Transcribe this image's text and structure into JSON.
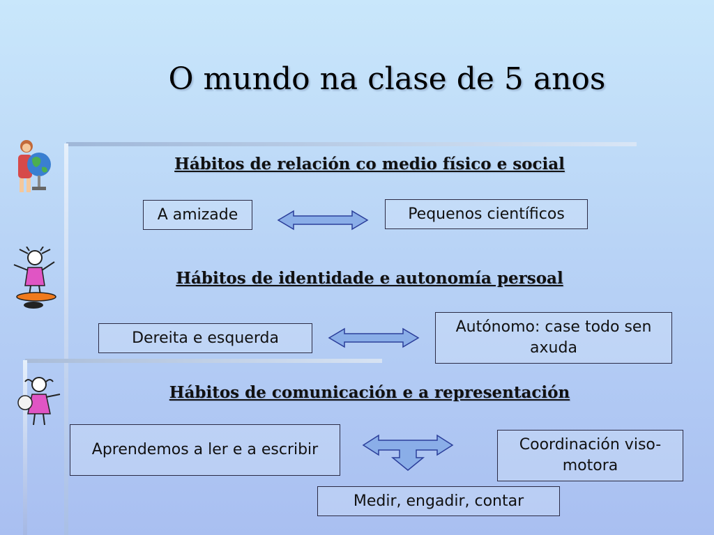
{
  "title": "O mundo na clase de 5 anos",
  "sections": [
    {
      "heading": "Hábitos de relación co medio físico e social",
      "left": "A amizade",
      "right": "Pequenos científicos"
    },
    {
      "heading": "Hábitos de identidade e autonomía persoal",
      "left": "Dereita e esquerda",
      "right": "Autónomo: case todo sen axuda"
    },
    {
      "heading": "Hábitos de comunicación e a representación",
      "left": "Aprendemos a ler e a escribir",
      "right": "Coordinación viso-motora",
      "bottom": "Medir, engadir, contar"
    }
  ],
  "icons": {
    "clipart1": "child-with-globe-icon",
    "clipart2": "child-on-skateboard-icon",
    "clipart3": "child-with-ball-icon",
    "arrow": "double-arrow-icon",
    "tri_arrow": "three-way-arrow-icon"
  },
  "colors": {
    "arrow_fill": "#8aaee8",
    "arrow_stroke": "#2b3e9a",
    "box_border": "#2a2a44"
  }
}
